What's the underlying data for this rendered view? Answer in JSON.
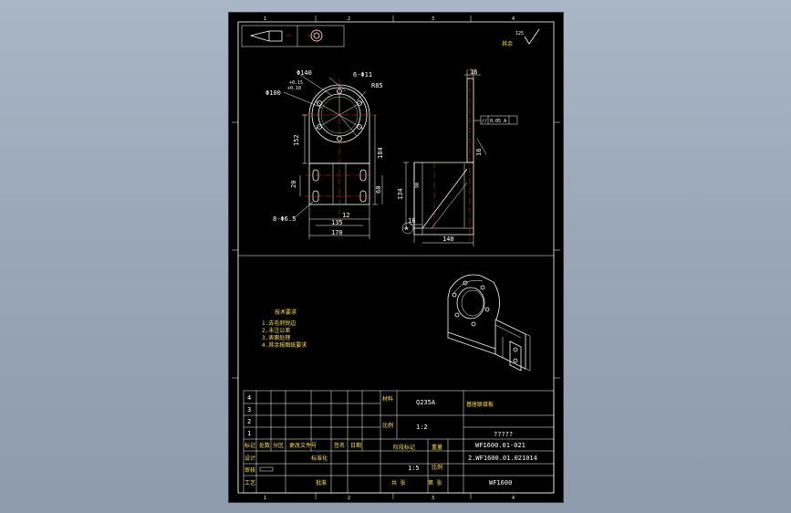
{
  "grid": {
    "top": [
      "1",
      "2",
      "3",
      "4"
    ],
    "bottom": [
      "1",
      "2",
      "3",
      "4"
    ]
  },
  "roughness": "125",
  "dims": {
    "d140": "Φ140",
    "tol_upper": "+0.15",
    "tol_lower": "+0.10",
    "d100": "Φ100",
    "holes_top": "6-Φ11",
    "r85": "R85",
    "h152": "152",
    "h184": "184",
    "h20": "20",
    "h60": "60",
    "w12": "12",
    "w135": "135",
    "w170": "170",
    "holes_bottom": "8-Φ6.5",
    "t16_top": "16",
    "t16_side": "16",
    "h134": "134",
    "w16": "16",
    "w140": "140",
    "gtol": "// 0.05 A",
    "datum": "A",
    "v90": "90"
  },
  "notes": {
    "title": "技术要求",
    "lines": [
      "1.去毛刺锐边",
      "2.未注公差",
      "3.表面处理",
      "4.其余按图纸要求"
    ]
  },
  "title_block": {
    "row_numbers": [
      "4",
      "3",
      "2",
      "1"
    ],
    "material": "Q235A",
    "part_name": "基座联接板",
    "scale": "1:2",
    "mass": "?????",
    "drawing_no": "WF1600.01-021",
    "assembly_no": "2.WF1600.01.021014",
    "product": "WF1600",
    "sheet": "1:5",
    "headers": [
      "标记",
      "处数",
      "分区",
      "更改文件号",
      "签名",
      "日期"
    ],
    "sign_rows": [
      "设计",
      "审核",
      "工艺"
    ],
    "std_labels": [
      "标准化",
      "批准"
    ],
    "stage_labels": [
      "阶段标记",
      "重量",
      "比例"
    ],
    "sheet_labels": [
      "共 张",
      "第 张"
    ]
  }
}
